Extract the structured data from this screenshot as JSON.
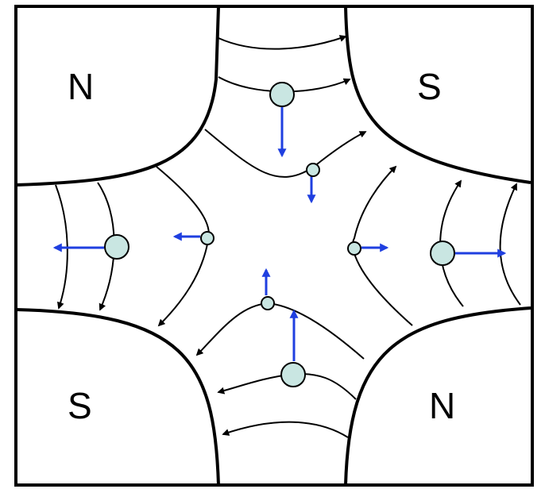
{
  "poles": {
    "top_left": "N",
    "top_right": "S",
    "bottom_left": "S",
    "bottom_right": "N"
  },
  "colors": {
    "line": "#000000",
    "force_arrow": "#1f3fe0",
    "particle_fill": "#c9e6e2",
    "background": "#ffffff"
  },
  "icons": {
    "arrowhead": "filled-triangle",
    "particle": "circle"
  }
}
